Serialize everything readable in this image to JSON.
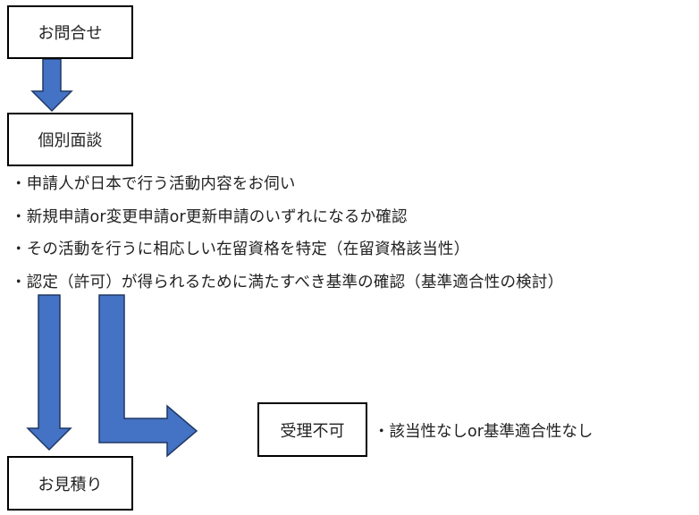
{
  "boxes": {
    "inquiry": "お問合せ",
    "interview": "個別面談",
    "estimate": "お見積り",
    "rejected": "受理不可"
  },
  "interview_points": [
    "・申請人が日本で行う活動内容をお伺い",
    "・新規申請or変更申請or更新申請のいずれになるか確認",
    "・その活動を行うに相応しい在留資格を特定（在留資格該当性）",
    "・認定（許可）が得られるために満たすべき基準の確認（基準適合性の検討）"
  ],
  "rejected_reason": "・該当性なしor基準適合性なし",
  "colors": {
    "arrow_fill": "#4472C4",
    "arrow_stroke": "#1F3864"
  }
}
